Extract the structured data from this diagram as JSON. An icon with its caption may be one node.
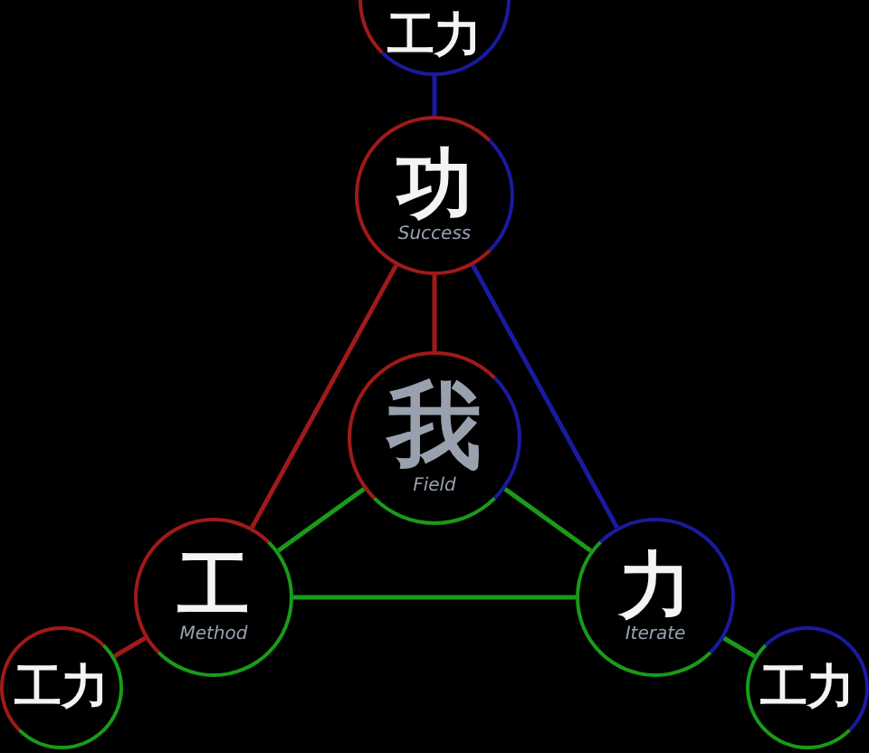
{
  "diagram": {
    "nodes": [
      {
        "text": [
          "工力"
        ]
      },
      {
        "text": [
          "功",
          "Success"
        ]
      },
      {
        "text": [
          "我",
          "Field"
        ]
      },
      {
        "text": [
          "工",
          "Method"
        ]
      },
      {
        "text": [
          "力",
          "Iterate"
        ]
      },
      {
        "text": [
          "工力"
        ]
      },
      {
        "text": [
          "工力"
        ]
      }
    ],
    "edges": [
      {
        "from": 0,
        "to": 1,
        "arrow": "none",
        "color": "#1a1aa0"
      },
      {
        "from": 1,
        "to": 2,
        "arrow": "none",
        "color": "#a01a1a"
      },
      {
        "from": 1,
        "to": 3,
        "arrow": "none",
        "color": "#a01a1a"
      },
      {
        "from": 1,
        "to": 4,
        "arrow": "none",
        "color": "#1a1aa0"
      },
      {
        "from": 3,
        "to": 4,
        "arrow": "none",
        "color": "#1a9a1a"
      },
      {
        "from": 2,
        "to": 3,
        "arrow": "none",
        "color": "#1a9a1a"
      },
      {
        "from": 2,
        "to": 4,
        "arrow": "none",
        "color": "#1a9a1a"
      },
      {
        "from": 3,
        "to": 5,
        "arrow": "none",
        "color": "#a01a1a"
      },
      {
        "from": 4,
        "to": 6,
        "arrow": "none",
        "color": "#1a9a1a"
      }
    ]
  }
}
